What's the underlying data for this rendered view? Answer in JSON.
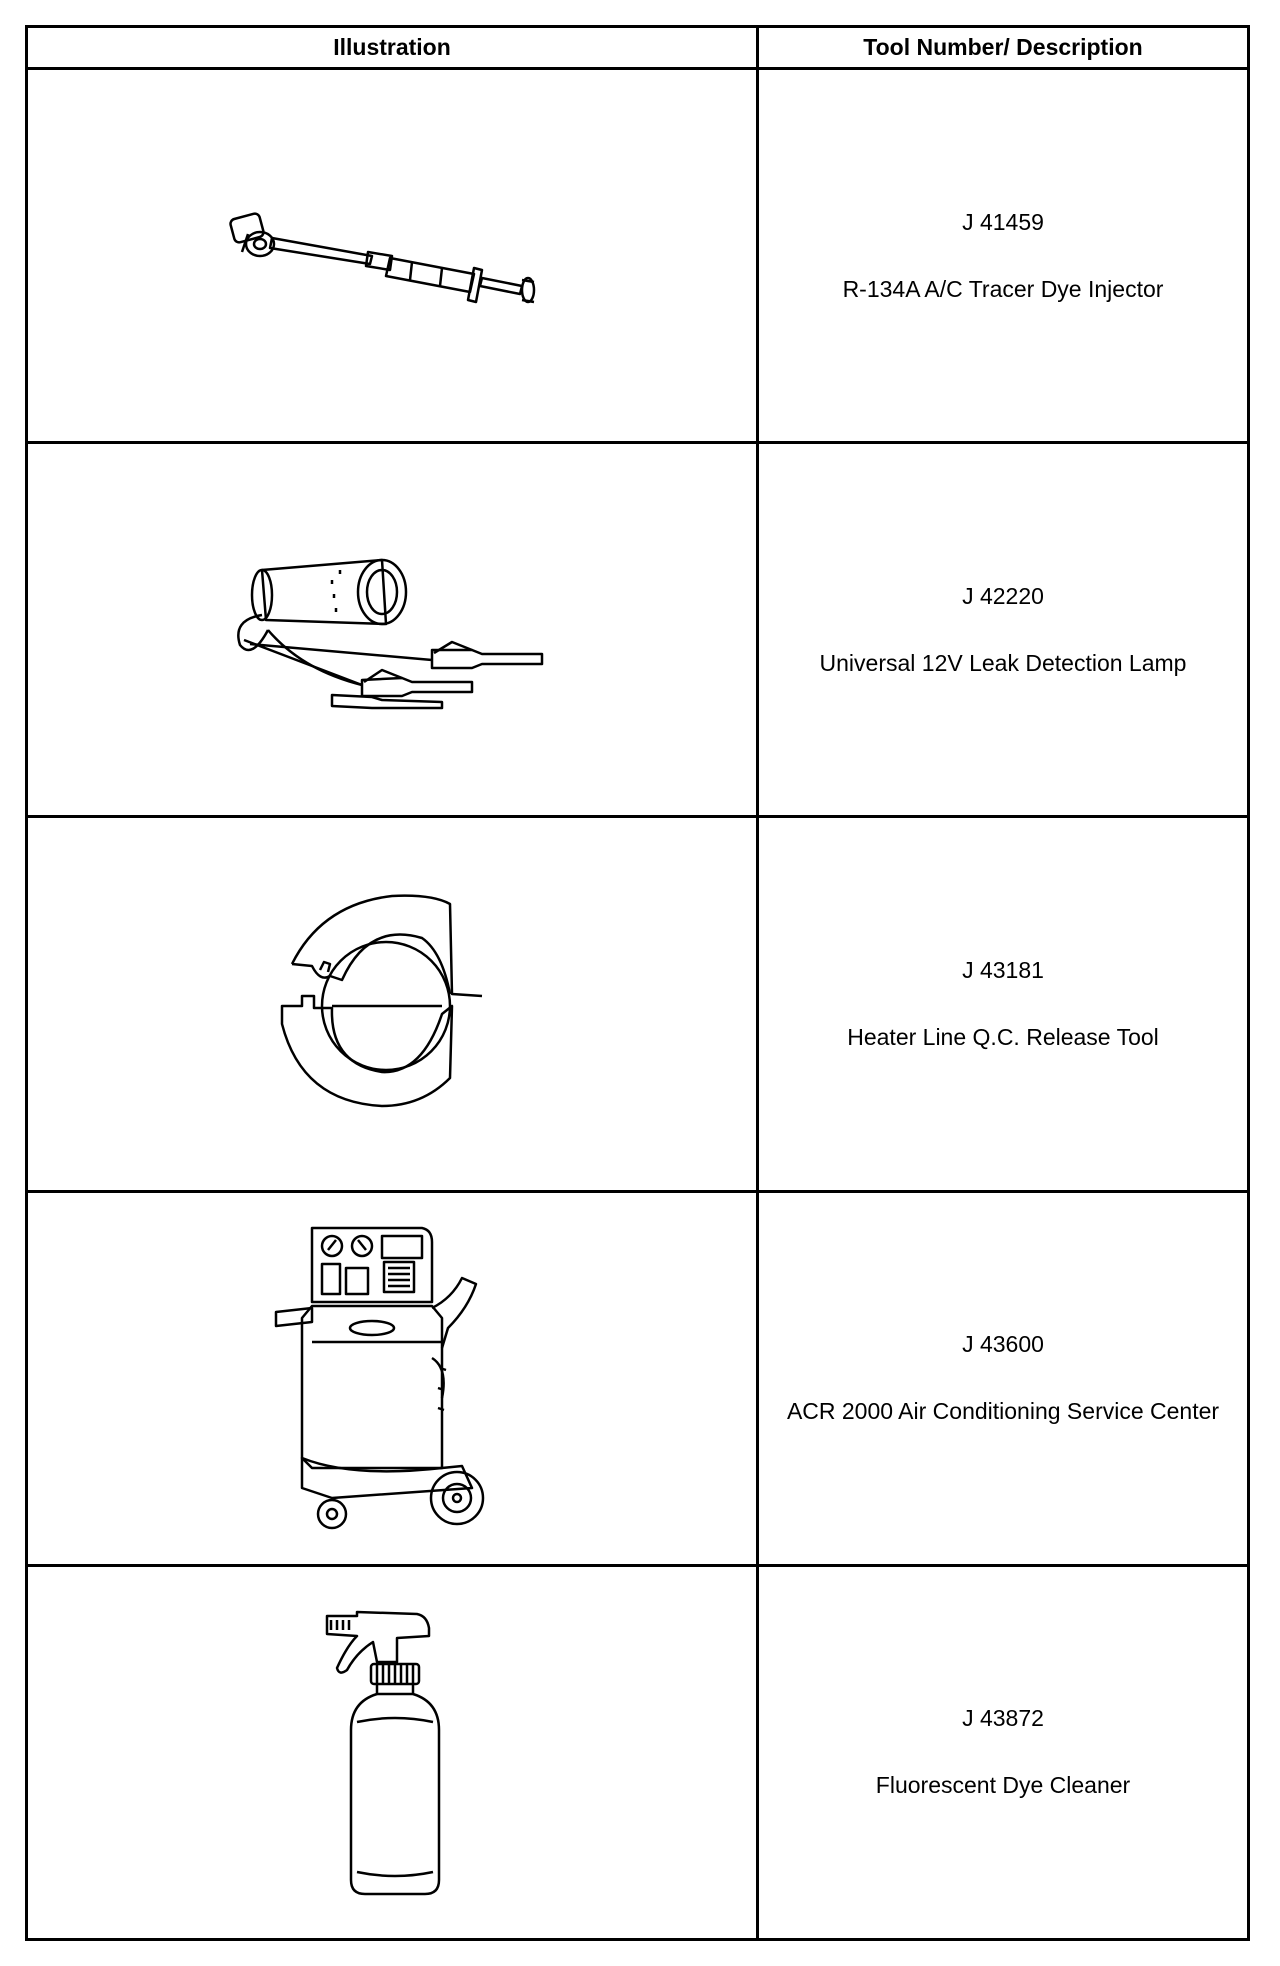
{
  "table": {
    "headers": {
      "illustration": "Illustration",
      "tool": "Tool Number/ Description"
    },
    "rows": [
      {
        "tool_number": "J 41459",
        "description": "R-134A A/C Tracer Dye Injector",
        "illustration_icon": "dye-injector-icon"
      },
      {
        "tool_number": "J 42220",
        "description": "Universal 12V Leak Detection Lamp",
        "illustration_icon": "leak-detection-lamp-icon"
      },
      {
        "tool_number": "J 43181",
        "description": "Heater Line Q.C. Release Tool",
        "illustration_icon": "release-tool-icon"
      },
      {
        "tool_number": "J 43600",
        "description": "ACR 2000 Air Conditioning Service Center",
        "illustration_icon": "service-center-icon"
      },
      {
        "tool_number": "J 43872",
        "description": "Fluorescent Dye Cleaner",
        "illustration_icon": "spray-bottle-icon"
      }
    ]
  }
}
